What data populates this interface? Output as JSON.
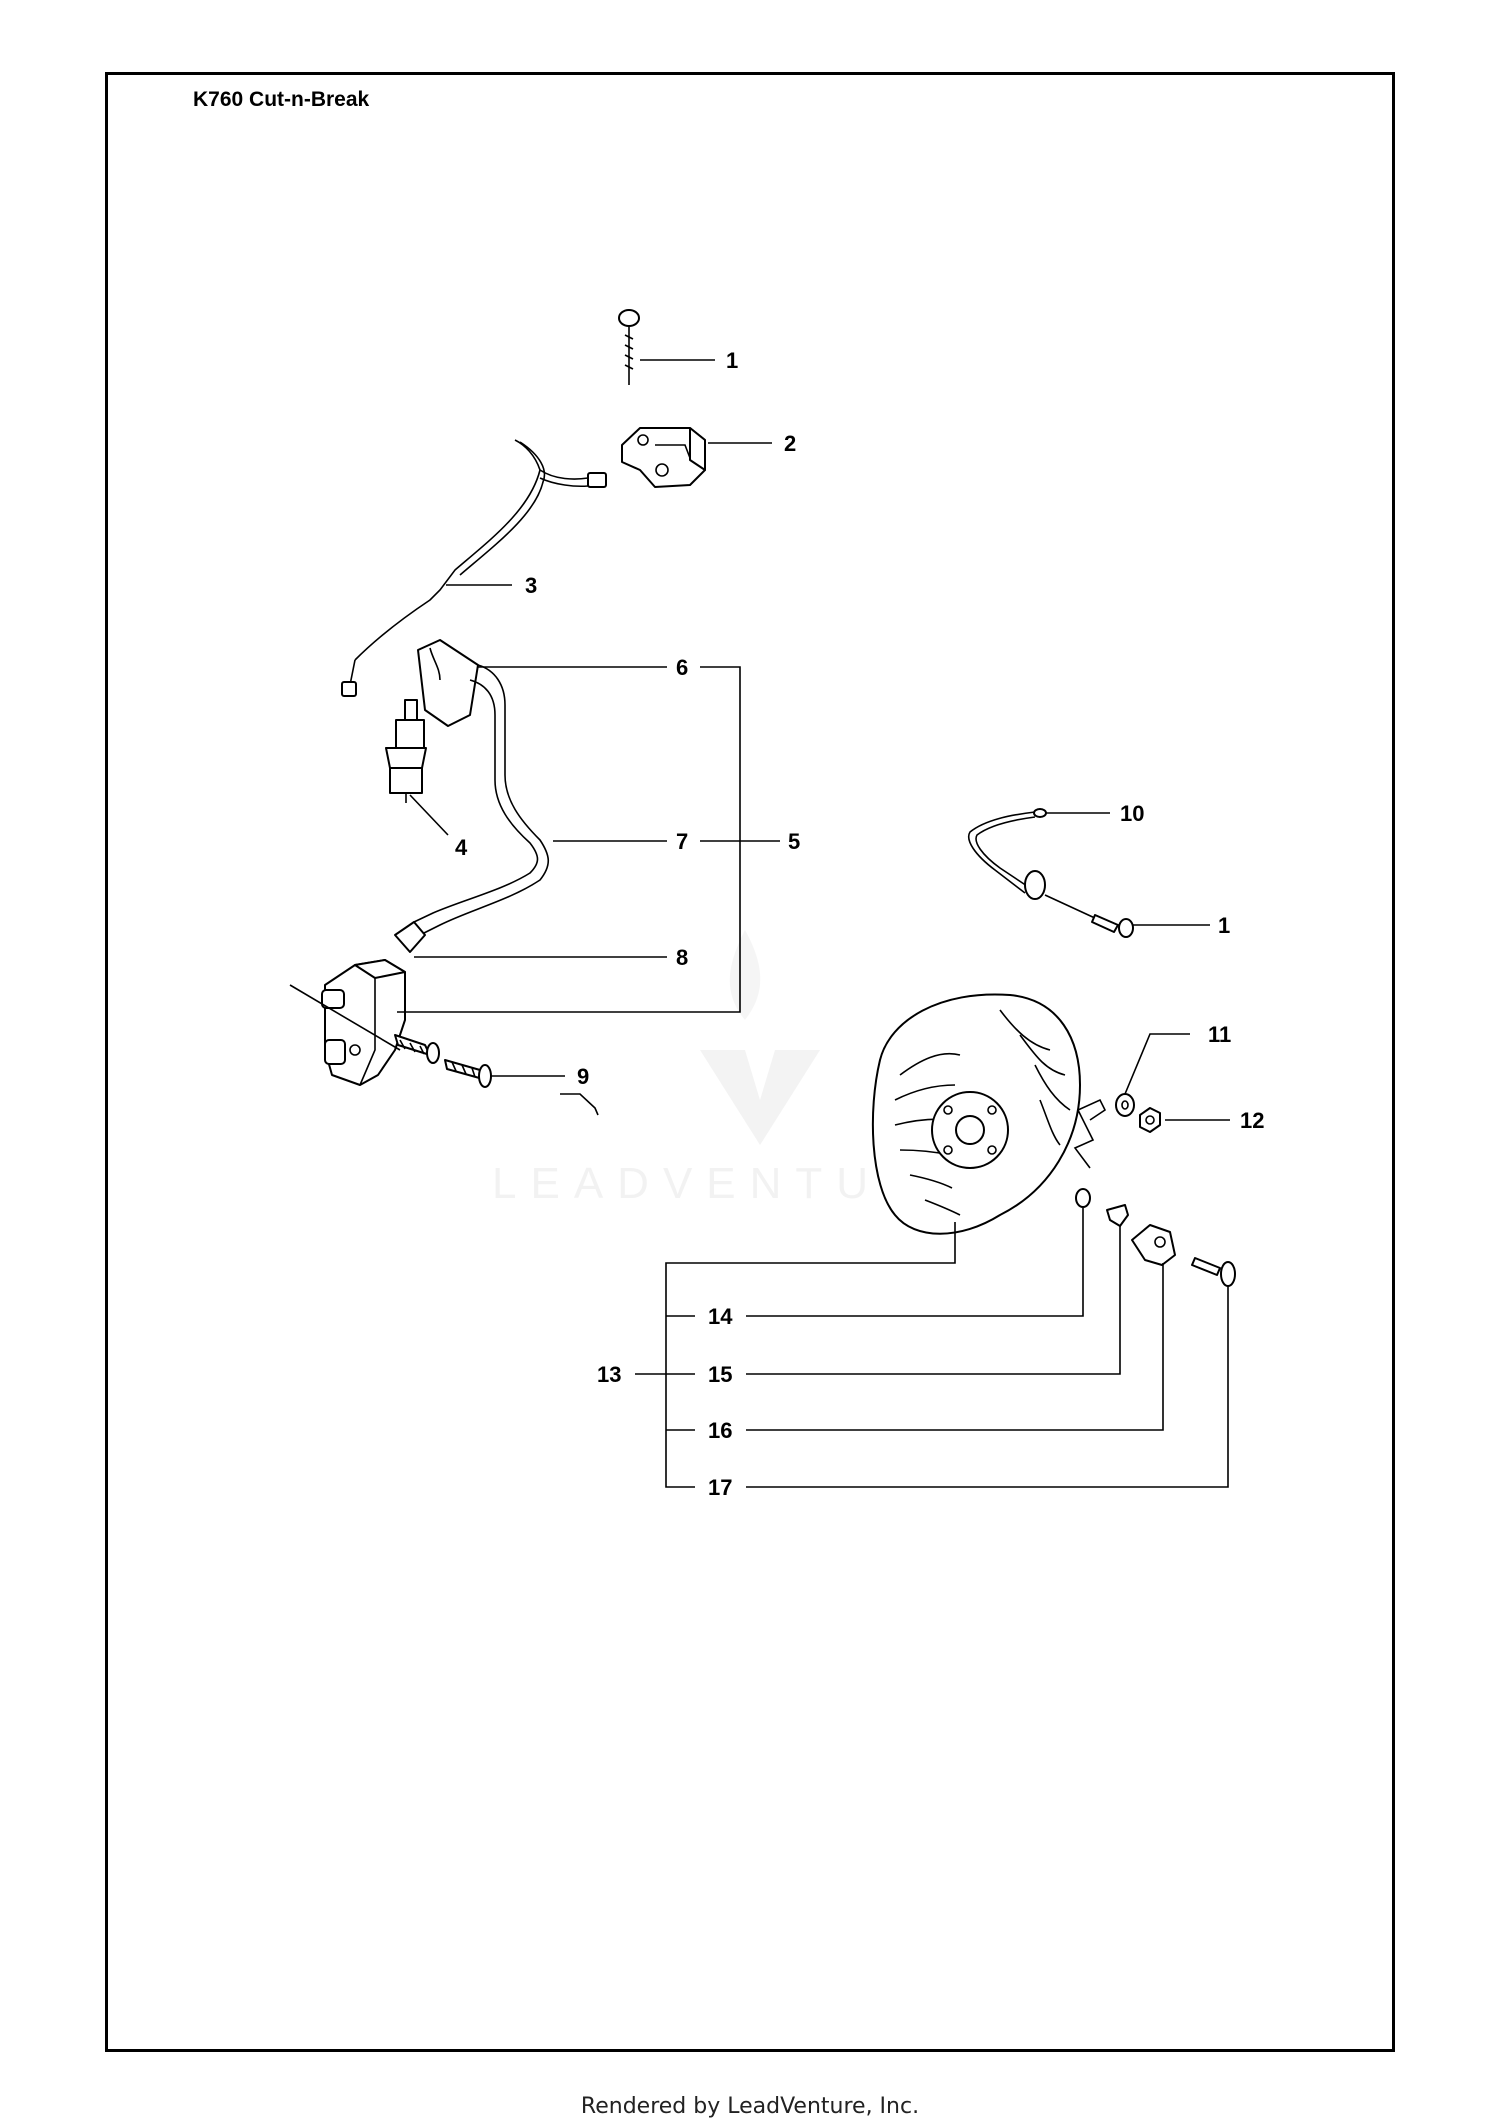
{
  "title": "K760 Cut-n-Break",
  "footer": "Rendered by LeadVenture, Inc.",
  "watermark": "LEADVENTU",
  "callouts": {
    "c1a": "1",
    "c2": "2",
    "c3": "3",
    "c4": "4",
    "c5": "5",
    "c6": "6",
    "c7": "7",
    "c8": "8",
    "c9": "9",
    "c10": "10",
    "c1b": "1",
    "c11": "11",
    "c12": "12",
    "c13": "13",
    "c14": "14",
    "c15": "15",
    "c16": "16",
    "c17": "17"
  }
}
